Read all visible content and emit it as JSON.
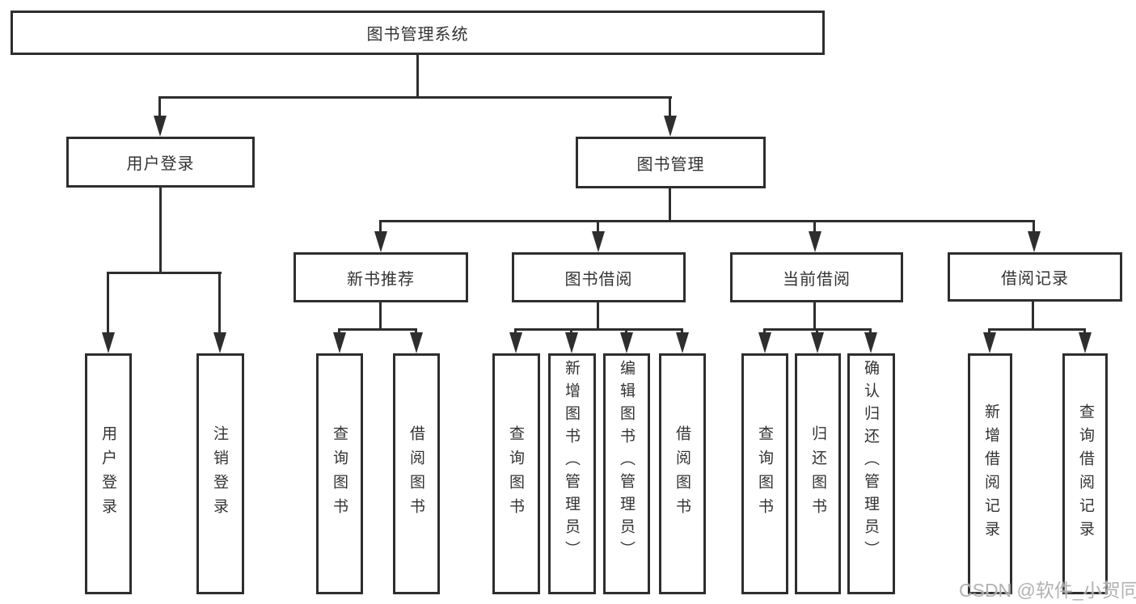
{
  "diagram": {
    "title": "图书管理系统",
    "tree": {
      "root": "图书管理系统",
      "branches": [
        {
          "label": "用户登录",
          "children": [
            "用户登录",
            "注销登录"
          ]
        },
        {
          "label": "图书管理",
          "groups": [
            {
              "label": "新书推荐",
              "children": [
                "查询图书",
                "借阅图书"
              ]
            },
            {
              "label": "图书借阅",
              "children": [
                "查询图书",
                "新增图书（管理员）",
                "编辑图书（管理员）",
                "借阅图书"
              ]
            },
            {
              "label": "当前借阅",
              "children": [
                "查询图书",
                "归还图书",
                "确认归还（管理员）"
              ]
            },
            {
              "label": "借阅记录",
              "children": [
                "新增借阅记录",
                "查询借阅记录"
              ]
            }
          ]
        }
      ]
    },
    "colors": {
      "line": "#2e2e2e",
      "box_background": "#ffffff",
      "text": "#333333",
      "watermark": "#a4a4a4"
    }
  },
  "watermark": "CSDN @软件_小贺同学"
}
